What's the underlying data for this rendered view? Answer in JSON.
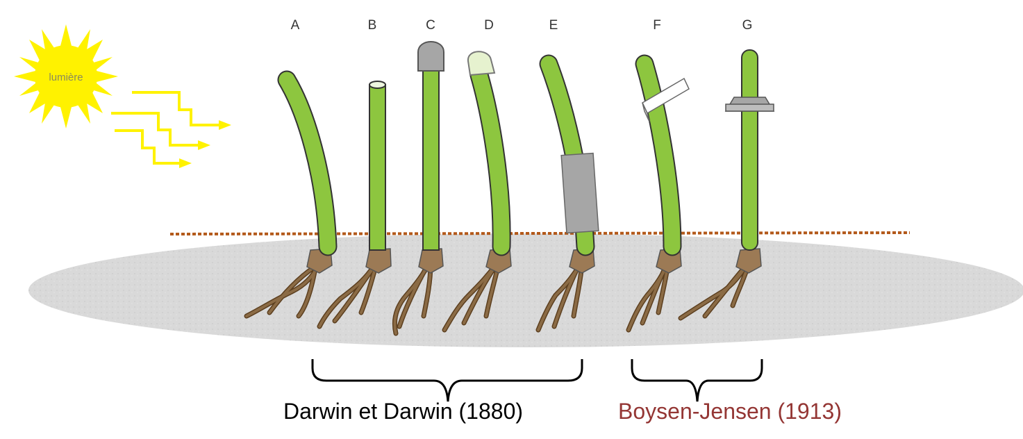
{
  "sun": {
    "label": "lumière"
  },
  "seedlings": [
    {
      "letter": "A"
    },
    {
      "letter": "B"
    },
    {
      "letter": "C"
    },
    {
      "letter": "D"
    },
    {
      "letter": "E"
    },
    {
      "letter": "F"
    },
    {
      "letter": "G"
    }
  ],
  "groups": {
    "darwin": {
      "label": "Darwin et Darwin (1880)"
    },
    "boysen": {
      "label": "Boysen-Jensen (1913)"
    }
  },
  "colors": {
    "stem": "#8dc63f",
    "sun": "#fff200",
    "soil": "#d9d9d9",
    "root": "#8b6b45",
    "cap_opaque": "#a6a6a6",
    "cap_transparent": "#e6f2cf",
    "sleeve": "#a6a6a6",
    "soil_line": "#b3591a",
    "boysen_text": "#943634",
    "darwin_text": "#000000"
  }
}
